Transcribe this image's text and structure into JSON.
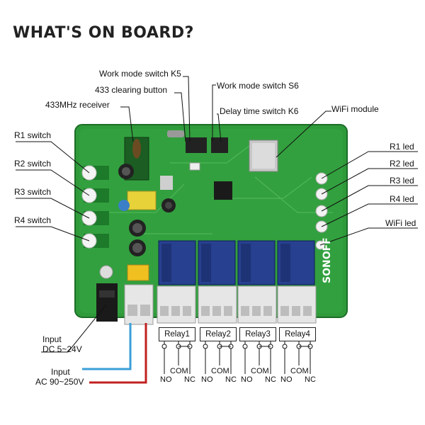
{
  "title": "WHAT'S ON BOARD?",
  "labels": {
    "work_mode_k5": "Work mode switch K5",
    "clearing_433": "433 clearing button",
    "work_mode_s6": "Work mode switch S6",
    "receiver_433": "433MHz receiver",
    "delay_k6": "Delay time switch K6",
    "wifi_module": "WiFi module",
    "r1_switch": "R1 switch",
    "r2_switch": "R2 switch",
    "r3_switch": "R3 switch",
    "r4_switch": "R4 switch",
    "r1_led": "R1 led",
    "r2_led": "R2 led",
    "r3_led": "R3 led",
    "r4_led": "R4 led",
    "wifi_led": "WiFi led",
    "input_dc_1": "Input",
    "input_dc_2": "DC 5~24V",
    "input_ac_1": "Input",
    "input_ac_2": "AC 90~250V"
  },
  "relays": [
    {
      "name": "Relay1",
      "no": "NO",
      "com": "COM",
      "nc": "NC"
    },
    {
      "name": "Relay2",
      "no": "NO",
      "com": "COM",
      "nc": "NC"
    },
    {
      "name": "Relay3",
      "no": "NO",
      "com": "COM",
      "nc": "NC"
    },
    {
      "name": "Relay4",
      "no": "NO",
      "com": "COM",
      "nc": "NC"
    }
  ],
  "board_text": {
    "brand": "SONOFF"
  },
  "colors": {
    "pcb": "#2f9a3a",
    "relay_blue": "#27408f",
    "dc_wire": "#3a9fd8",
    "ac_wire": "#c22020"
  }
}
